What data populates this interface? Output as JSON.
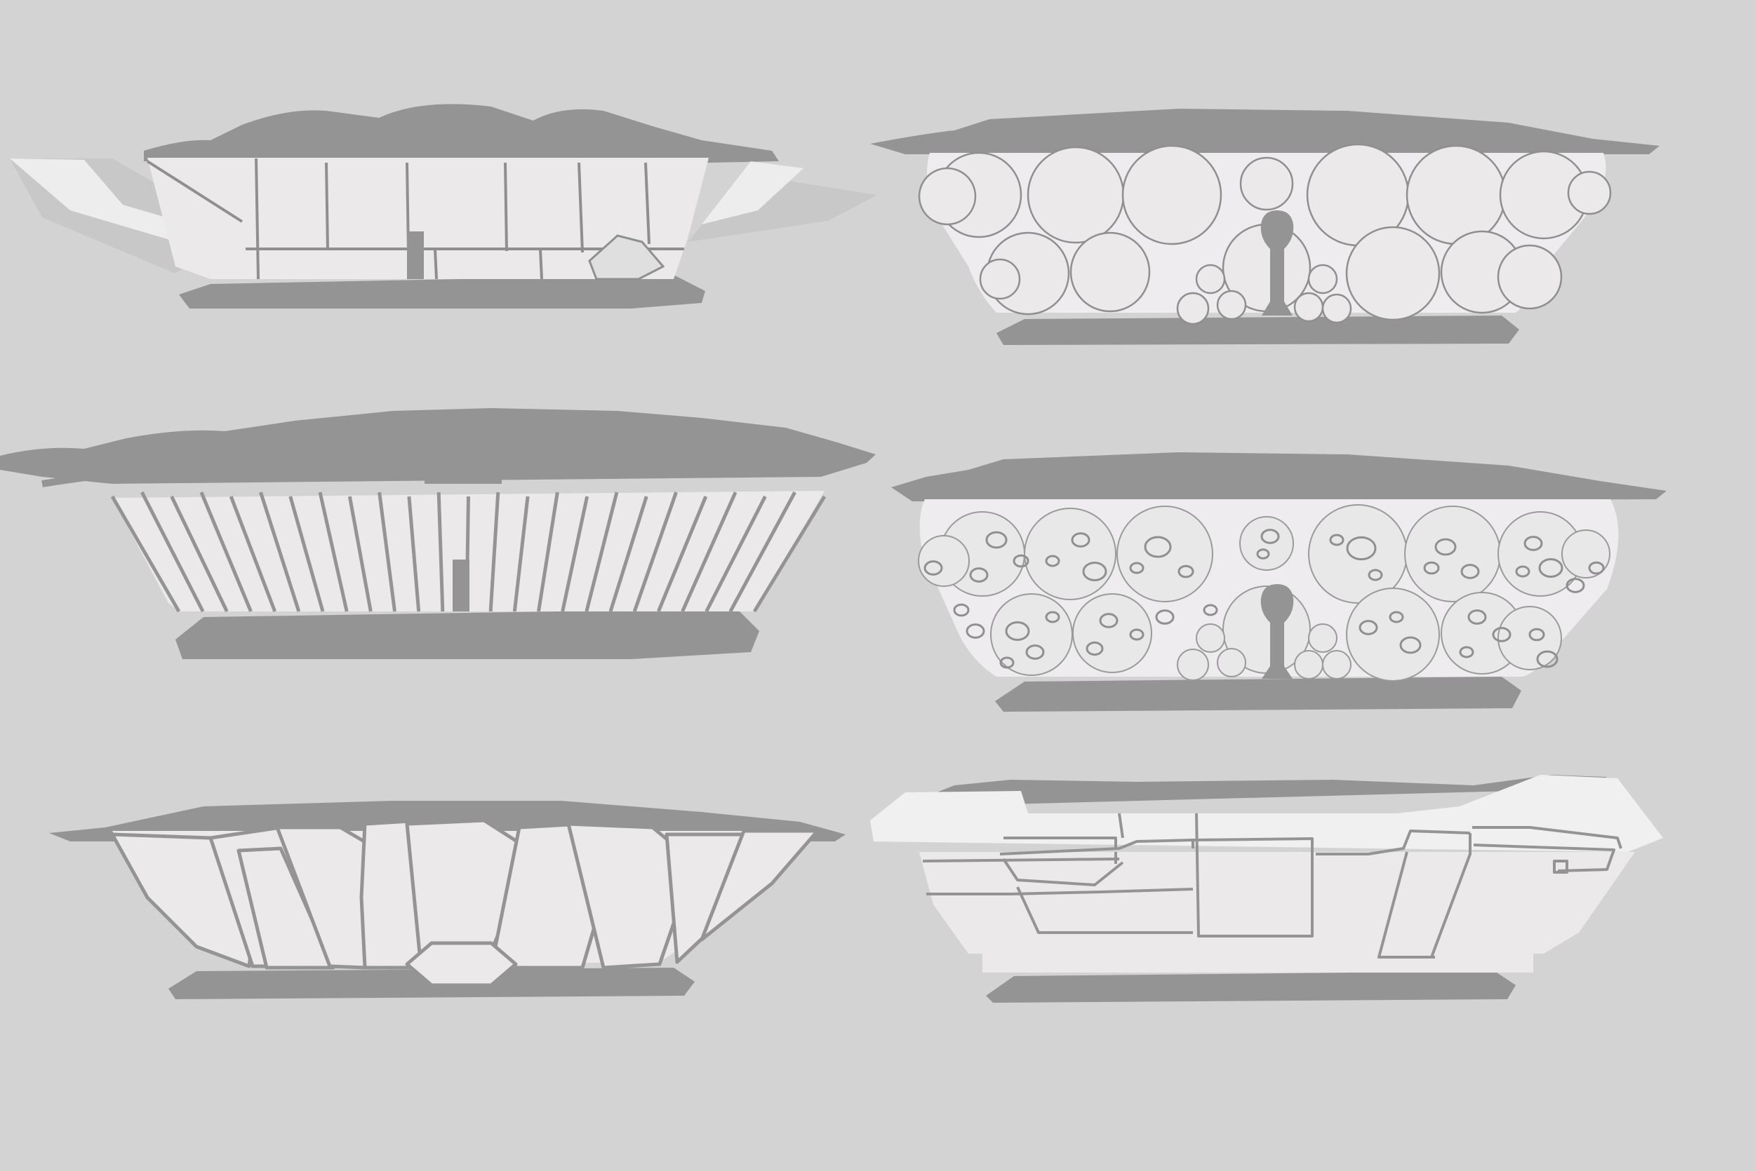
{
  "canvas": {
    "colors": {
      "background": "#d4d3d4",
      "shadow": "#949494",
      "face": "#ebe9ea",
      "face_light": "#f2f1f2",
      "side": "#c4c3c4",
      "line": "#8f8f8f"
    }
  },
  "sketches": [
    {
      "variant": "angular-wings"
    },
    {
      "variant": "bubble-orbs"
    },
    {
      "variant": "vertical-slats"
    },
    {
      "variant": "cratered-orbs"
    },
    {
      "variant": "hexagon-petals"
    },
    {
      "variant": "stacked-blocks"
    }
  ]
}
